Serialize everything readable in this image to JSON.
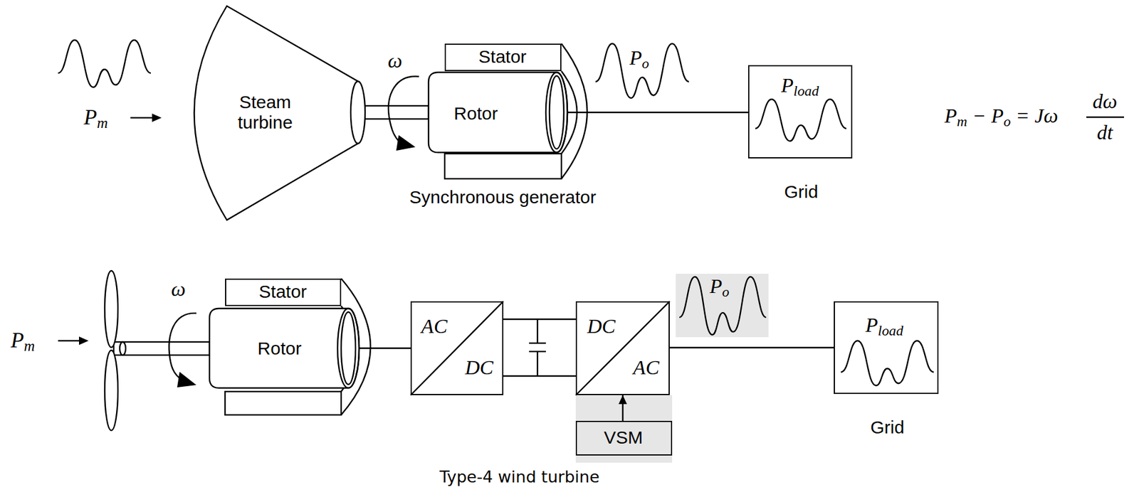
{
  "diagram": {
    "nodes": [
      {
        "text": [
          "Steam turbine"
        ]
      },
      {
        "text": [
          "Stator"
        ]
      },
      {
        "text": [
          "Rotor"
        ]
      },
      {
        "text": [
          "Pload",
          "Grid"
        ]
      },
      {
        "text": [
          "Stator"
        ]
      },
      {
        "text": [
          "Rotor"
        ]
      },
      {
        "text": [
          "AC",
          "DC"
        ]
      },
      {
        "text": [
          "DC",
          "AC"
        ]
      },
      {
        "text": [
          "VSM"
        ]
      },
      {
        "text": [
          "Pload",
          "Grid"
        ]
      }
    ],
    "edges": [
      {
        "from": 2,
        "to": 3,
        "arrow": "none"
      },
      {
        "from": 5,
        "to": 6,
        "arrow": "none"
      },
      {
        "from": 6,
        "to": 7,
        "arrow": "none"
      },
      {
        "from": 6,
        "to": 7,
        "arrow": "none"
      },
      {
        "from": 7,
        "to": 9,
        "arrow": "none"
      },
      {
        "from": 8,
        "to": 7,
        "arrow": "to"
      }
    ],
    "labels": [
      "Pm",
      "ω",
      "Synchronous generator",
      "Po",
      "Pm − Po = Jω",
      "dω",
      "dt",
      "Pm",
      "ω",
      "Po",
      "Type-4 wind turbine"
    ]
  }
}
